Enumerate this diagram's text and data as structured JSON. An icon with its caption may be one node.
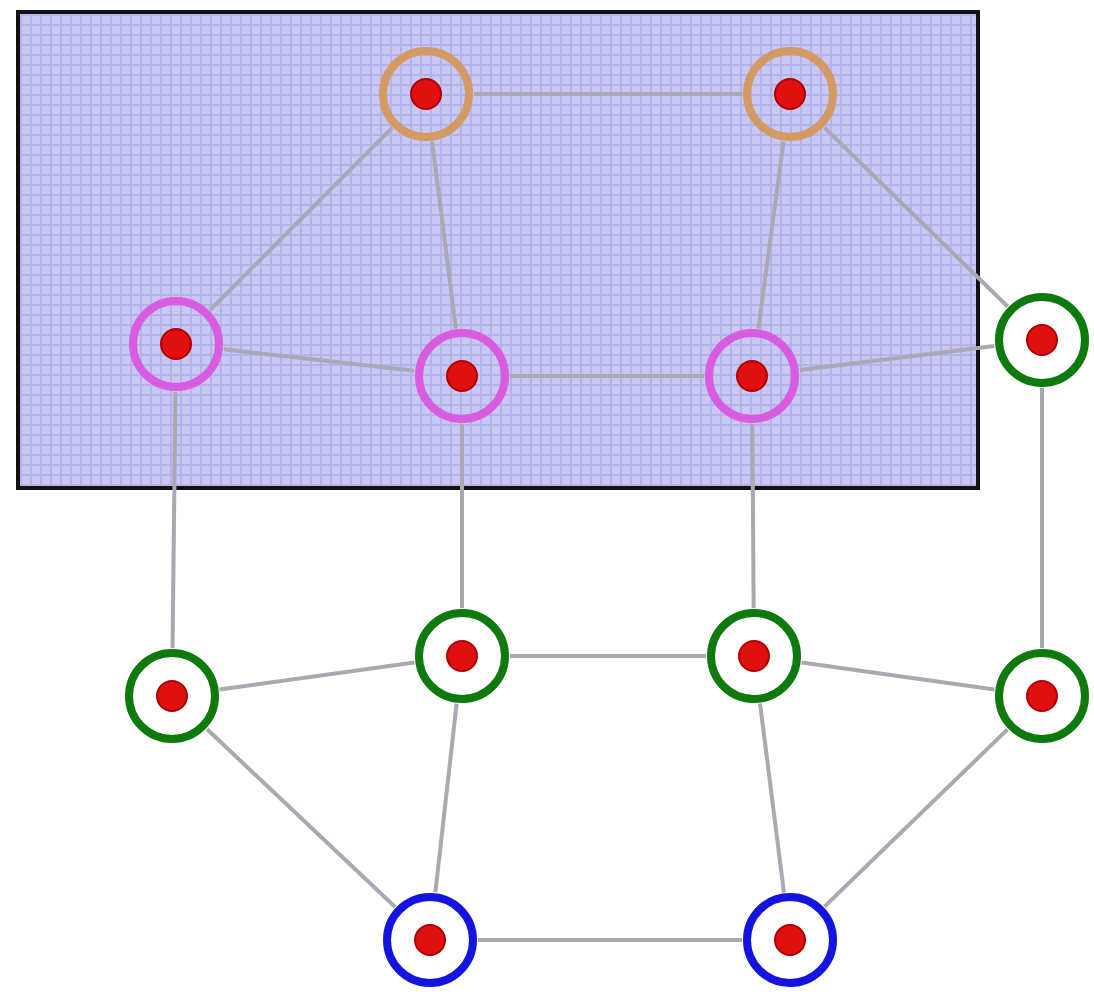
{
  "diagram": {
    "nodes": [
      {
        "text": [],
        "shape": "box"
      },
      {
        "text": [],
        "shape": "circle",
        "in": 0
      },
      {
        "text": [],
        "shape": "circle",
        "in": 0
      },
      {
        "text": [],
        "shape": "circle",
        "in": 0
      },
      {
        "text": [],
        "shape": "circle",
        "in": 0
      },
      {
        "text": [],
        "shape": "circle",
        "in": 0
      },
      {
        "text": [],
        "shape": "circle"
      },
      {
        "text": [],
        "shape": "circle"
      },
      {
        "text": [],
        "shape": "circle"
      },
      {
        "text": [],
        "shape": "circle"
      },
      {
        "text": [],
        "shape": "circle"
      },
      {
        "text": [],
        "shape": "circle"
      },
      {
        "text": [],
        "shape": "circle"
      }
    ],
    "edges": [
      {
        "from": 1,
        "to": 2,
        "arrow": "none"
      },
      {
        "from": 1,
        "to": 3,
        "arrow": "none"
      },
      {
        "from": 1,
        "to": 4,
        "arrow": "none"
      },
      {
        "from": 2,
        "to": 5,
        "arrow": "none"
      },
      {
        "from": 2,
        "to": 6,
        "arrow": "none"
      },
      {
        "from": 3,
        "to": 4,
        "arrow": "none"
      },
      {
        "from": 4,
        "to": 5,
        "arrow": "none"
      },
      {
        "from": 5,
        "to": 6,
        "arrow": "none"
      },
      {
        "from": 3,
        "to": 7,
        "arrow": "none"
      },
      {
        "from": 4,
        "to": 8,
        "arrow": "none"
      },
      {
        "from": 5,
        "to": 9,
        "arrow": "none"
      },
      {
        "from": 6,
        "to": 10,
        "arrow": "none"
      },
      {
        "from": 7,
        "to": 8,
        "arrow": "none"
      },
      {
        "from": 8,
        "to": 9,
        "arrow": "none"
      },
      {
        "from": 9,
        "to": 10,
        "arrow": "none"
      },
      {
        "from": 7,
        "to": 11,
        "arrow": "none"
      },
      {
        "from": 8,
        "to": 11,
        "arrow": "none"
      },
      {
        "from": 9,
        "to": 12,
        "arrow": "none"
      },
      {
        "from": 10,
        "to": 12,
        "arrow": "none"
      },
      {
        "from": 11,
        "to": 12,
        "arrow": "none"
      }
    ]
  }
}
